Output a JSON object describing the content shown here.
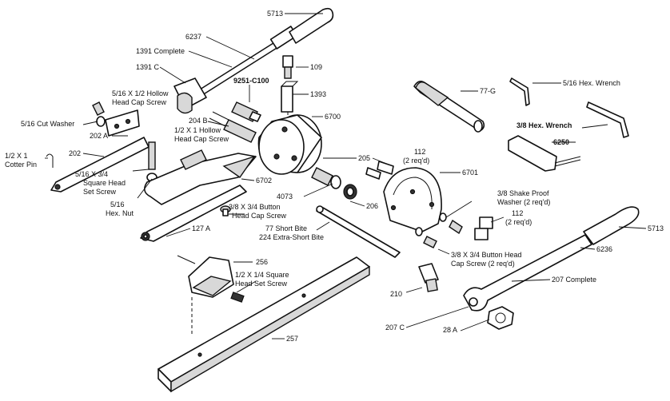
{
  "labels": {
    "p5713_top": "5713",
    "p6237": "6237",
    "p1391_complete": "1391 Complete",
    "p1391c": "1391 C",
    "p109": "109",
    "p9251": "9251-C100",
    "p1393": "1393",
    "p77g": "77-G",
    "wrench_516": "5/16 Hex. Wrench",
    "wrench_38": "3/8 Hex. Wrench",
    "p6250": "6250",
    "hollow_516_l1": "5/16 X 1/2 Hollow",
    "hollow_516_l2": "Head Cap Screw",
    "cut_washer": "5/16 Cut Washer",
    "p202a": "202 A",
    "p204b": "204 B",
    "hollow_12_l1": "1/2 X 1 Hollow",
    "hollow_12_l2": "Head Cap Screw",
    "p6700": "6700",
    "cotter_l1": "1/2 X 1",
    "cotter_l2": "Cotter Pin",
    "p202": "202",
    "sq_head_l1": "5/16 X 3/4",
    "sq_head_l2": "Square Head",
    "sq_head_l3": "Set Screw",
    "hex_nut_l1": "5/16",
    "hex_nut_l2": "Hex. Nut",
    "p6702": "6702",
    "p205": "205",
    "p112_top_l1": "112",
    "p112_top_l2": "(2 req'd)",
    "p6701": "6701",
    "p4073": "4073",
    "p206": "206",
    "button_a_l1": "3/8 X 3/4 Button",
    "button_a_l2": "Head Cap Screw",
    "p127a": "127 A",
    "bite_l1": "77 Short Bite",
    "bite_l2": "224 Extra-Short Bite",
    "shake_l1": "3/8 Shake Proof",
    "shake_l2": "Washer (2 req'd)",
    "p112_mid_l1": "112",
    "p112_mid_l2": "(2 req'd)",
    "p5713_right": "5713",
    "button_b_l1": "3/8 X 3/4 Button Head",
    "button_b_l2": "Cap Screw (2 req'd)",
    "p6236": "6236",
    "p256": "256",
    "sq14_l1": "1/2 X 1/4 Square",
    "sq14_l2": "Head Set Screw",
    "p207_complete": "207 Complete",
    "p210": "210",
    "p207c": "207 C",
    "p28a": "28 A",
    "p257": "257"
  }
}
